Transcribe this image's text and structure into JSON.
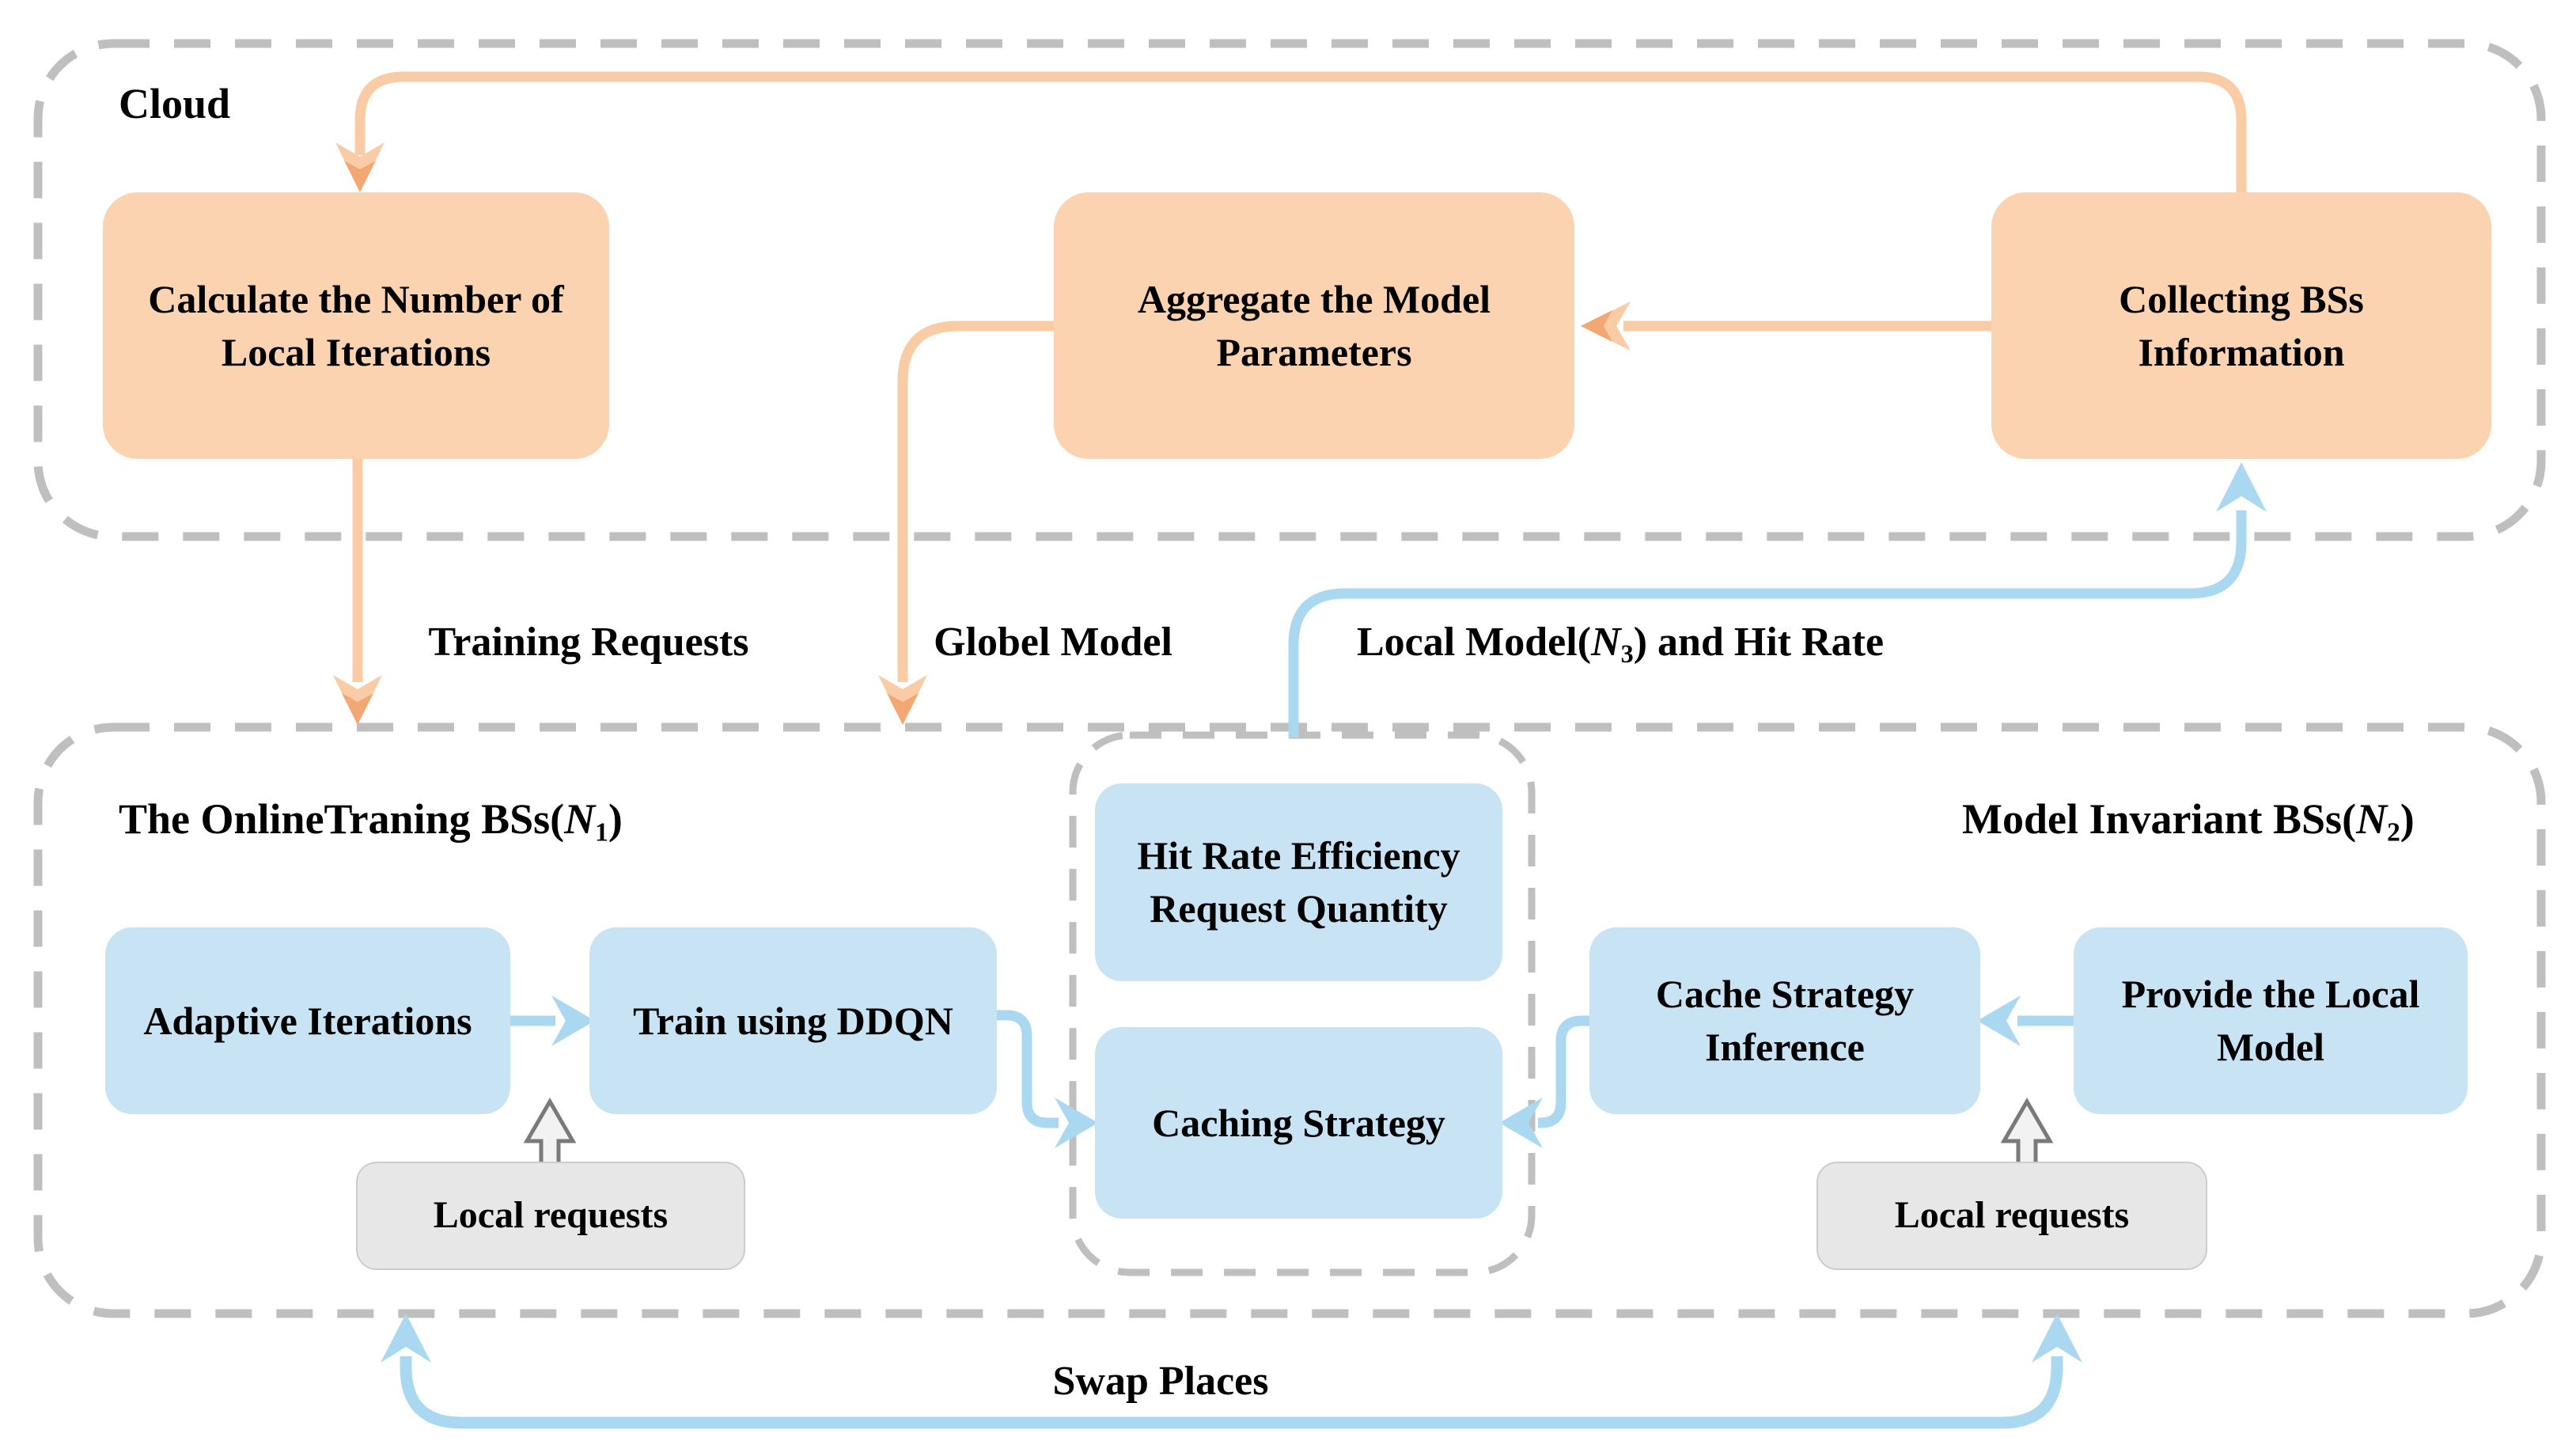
{
  "colors": {
    "orange-fill": "#fcd3b1",
    "orange-line": "#f9cca5",
    "orange-head": "#f3a873",
    "blue-fill": "#c8e4f4",
    "blue-line": "#aad8f0",
    "blue-head": "#9fd2ec",
    "dash-gray": "#bfbfbf",
    "gray-fill": "#e8e7e7",
    "gray-stroke": "#cccccc",
    "hollow-stroke": "#7a7a7a",
    "hollow-fill": "#f2f2f2",
    "text": "#000000"
  },
  "cloud": {
    "label": "Cloud",
    "calc_box": "Calculate the Number of Local Iterations",
    "aggregate_box": "Aggregate the Model Parameters",
    "collect_box": "Collecting BSs Information"
  },
  "edges": {
    "training_requests": "Training Requests",
    "global_model": "Globel Model",
    "local_model": {
      "prefix": "Local Model(",
      "var": "N",
      "sub": "3",
      "suffix": ") and Hit Rate"
    },
    "swap_places": "Swap Places"
  },
  "online_group": {
    "title": {
      "prefix": "The OnlineTraning BSs(",
      "var": "N",
      "sub": "1",
      "suffix": ")"
    },
    "adaptive_box": "Adaptive Iterations",
    "train_box": "Train using DDQN",
    "local_requests": "Local requests"
  },
  "middle_group": {
    "hit_rate_box": "Hit Rate Efficiency Request Quantity",
    "caching_box": "Caching Strategy"
  },
  "invariant_group": {
    "title": {
      "prefix": "Model Invariant BSs(",
      "var": "N",
      "sub": "2",
      "suffix": ")"
    },
    "inference_box": "Cache Strategy Inference",
    "provide_box": "Provide the Local Model",
    "local_requests": "Local requests"
  }
}
